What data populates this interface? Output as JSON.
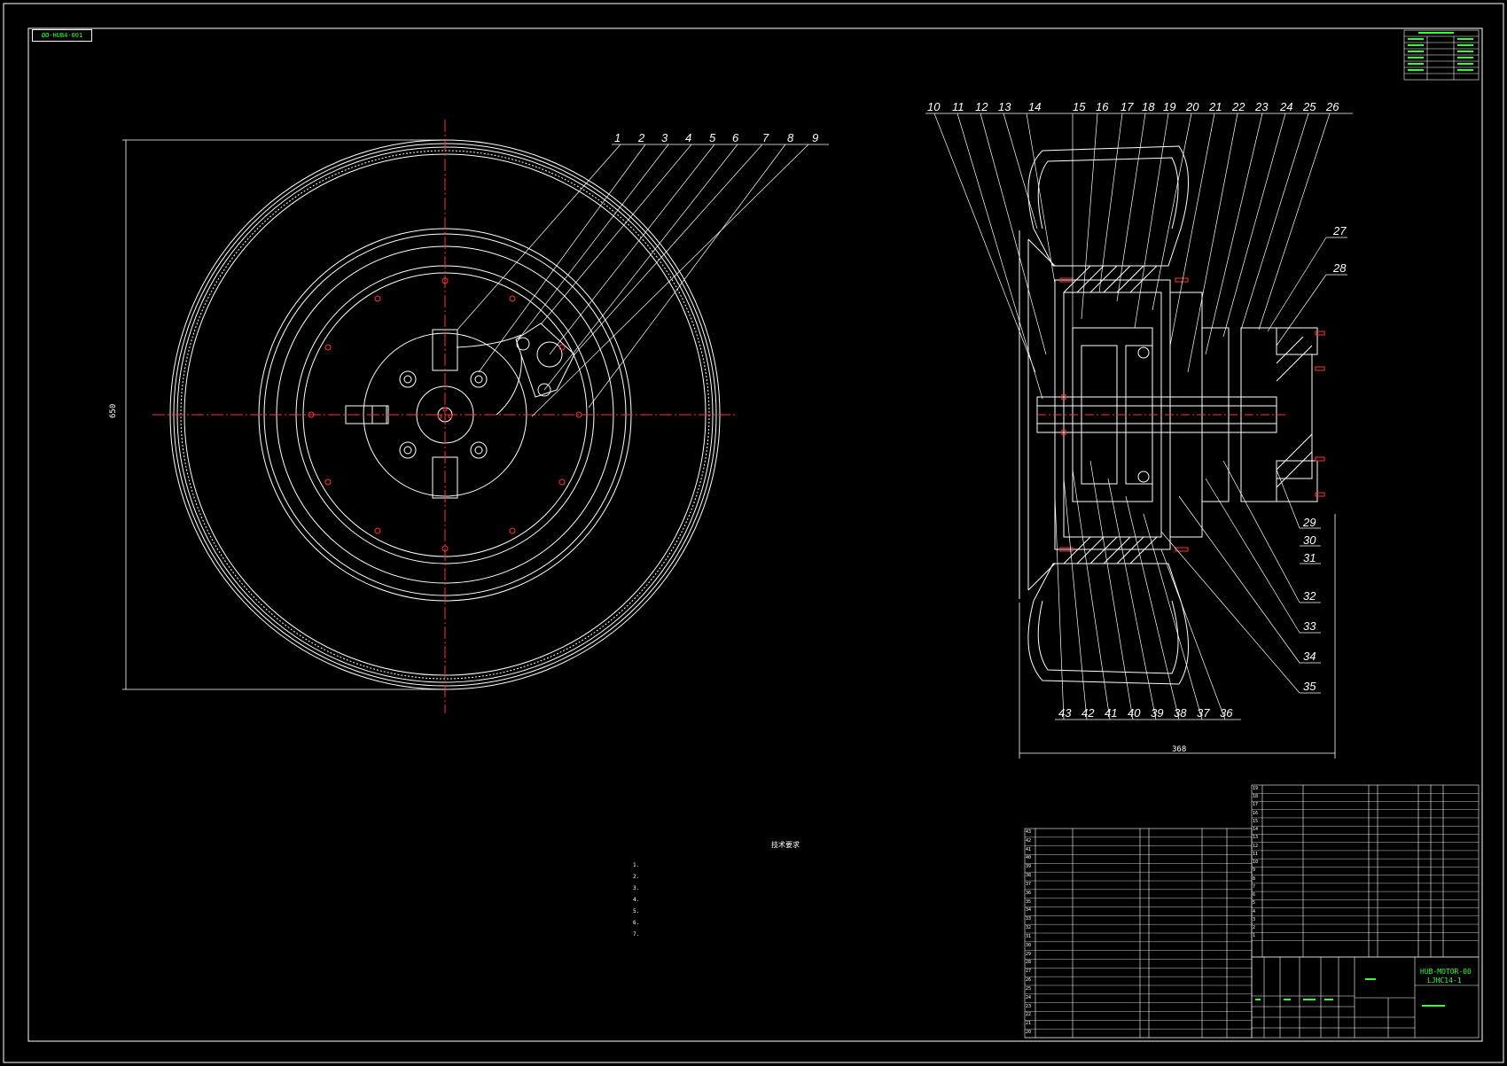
{
  "drawing": {
    "code_tag": "ØØ-HUB4-001",
    "dimension_height": "650",
    "dimension_width": "368"
  },
  "part_numbers_top": [
    "1",
    "2",
    "3",
    "4",
    "5",
    "6",
    "7",
    "8",
    "9",
    "10",
    "11",
    "12",
    "13",
    "14",
    "15",
    "16",
    "17",
    "18",
    "19",
    "20",
    "21",
    "22",
    "23",
    "24",
    "25",
    "26"
  ],
  "part_numbers_right": [
    "27",
    "28",
    "29",
    "30",
    "31",
    "32",
    "33",
    "34",
    "35"
  ],
  "part_numbers_bottom": [
    "36",
    "37",
    "38",
    "39",
    "40",
    "41",
    "42",
    "43"
  ],
  "tech_requirements": {
    "title": "技术要求",
    "lines": [
      "1.",
      "2.",
      "3.",
      "4.",
      "5.",
      "6.",
      "7."
    ]
  },
  "bom_left_rows": [
    "43",
    "42",
    "41",
    "40",
    "39",
    "38",
    "37",
    "36",
    "35",
    "34",
    "33",
    "32",
    "31",
    "30",
    "29",
    "28",
    "27",
    "26",
    "25",
    "24",
    "23",
    "22",
    "21",
    "20"
  ],
  "bom_right_rows": [
    "19",
    "18",
    "17",
    "16",
    "15",
    "14",
    "13",
    "12",
    "11",
    "10",
    "9",
    "8",
    "7",
    "6",
    "5",
    "4",
    "3",
    "2",
    "1"
  ],
  "title_block": {
    "drawing_no": "HUB-MOTOR-00",
    "code": "LJHC14-1"
  },
  "colors": {
    "background": "#000000",
    "line": "#ffffff",
    "centerline": "#ff3333",
    "highlight": "#33ff33"
  }
}
